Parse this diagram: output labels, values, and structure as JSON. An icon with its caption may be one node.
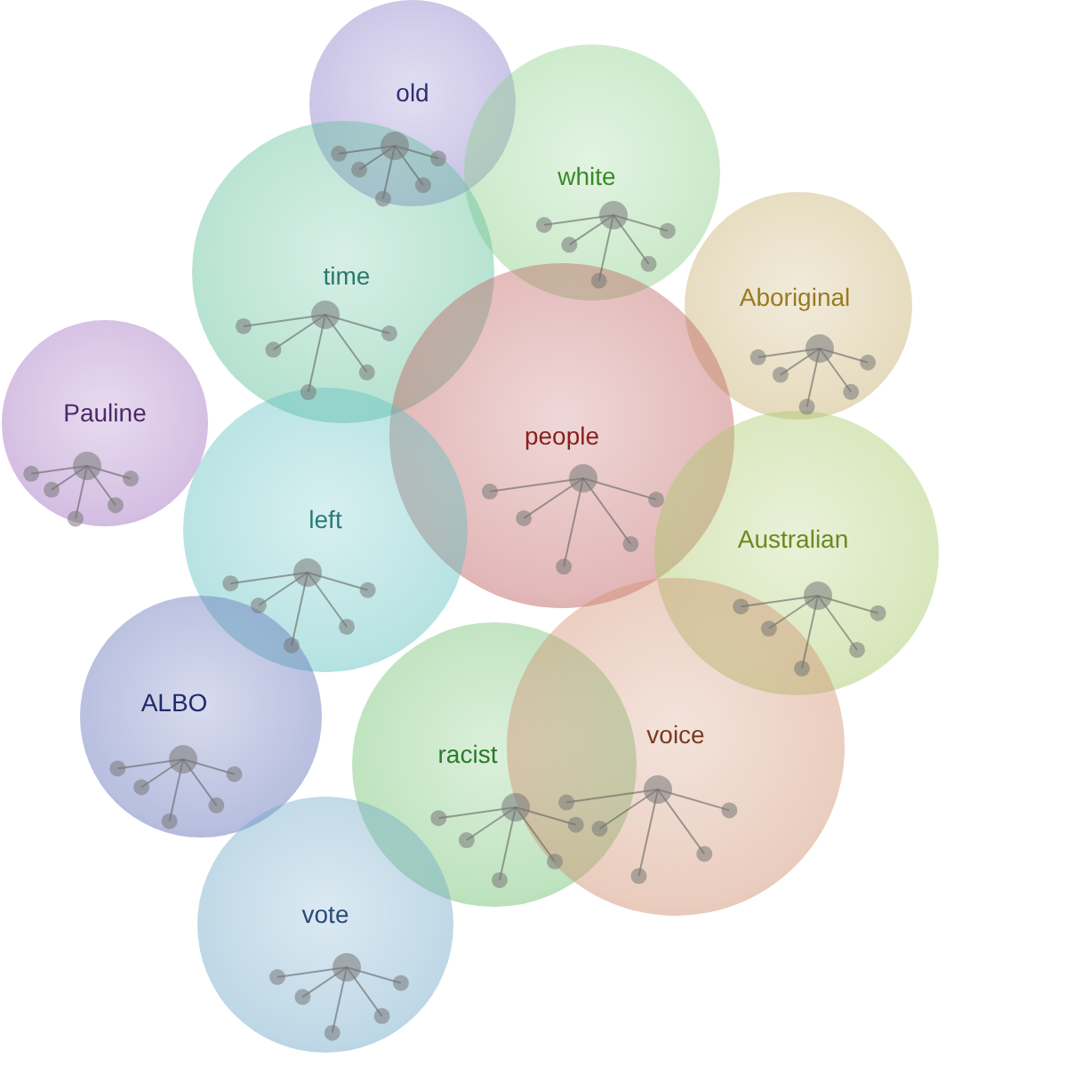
{
  "diagram": {
    "nodes": [
      {
        "text": [
          "old"
        ]
      },
      {
        "text": [
          "white"
        ]
      },
      {
        "text": [
          "time"
        ]
      },
      {
        "text": [
          "Aboriginal"
        ]
      },
      {
        "text": [
          "Pauline"
        ]
      },
      {
        "text": [
          "people"
        ]
      },
      {
        "text": [
          "left"
        ]
      },
      {
        "text": [
          "Australian"
        ]
      },
      {
        "text": [
          "ALBO"
        ]
      },
      {
        "text": [
          "racist"
        ]
      },
      {
        "text": [
          "voice"
        ]
      },
      {
        "text": [
          "vote"
        ]
      }
    ]
  }
}
